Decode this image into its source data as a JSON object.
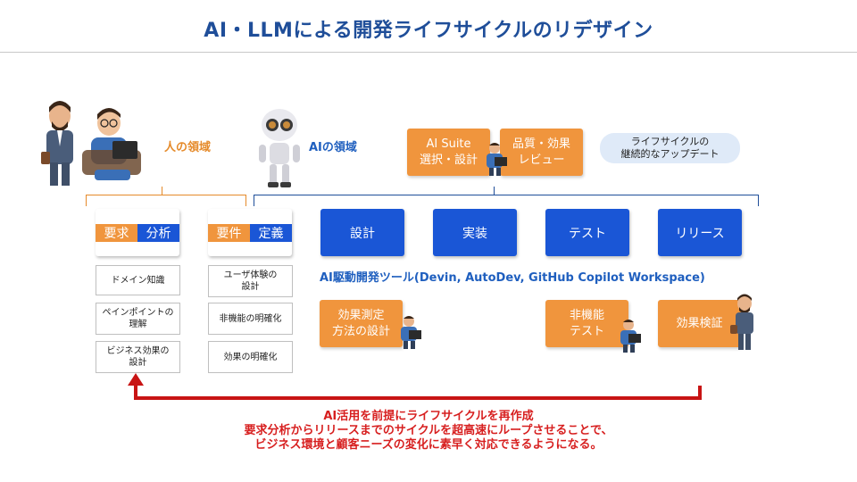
{
  "title": "AI・LLMによる開発ライフサイクルのリデザイン",
  "areas": {
    "human": "人の領域",
    "ai": "AIの領域"
  },
  "top_boxes": {
    "suite": [
      "AI Suite",
      "選択・設計"
    ],
    "quality": [
      "品質・効果",
      "レビュー"
    ],
    "update": [
      "ライフサイクルの",
      "継続的なアップデート"
    ]
  },
  "steps": {
    "requirements": [
      "要求",
      "分析"
    ],
    "definition": [
      "要件",
      "定義"
    ],
    "design": "設計",
    "implementation": "実装",
    "test": "テスト",
    "release": "リリース"
  },
  "human_tasks": {
    "requirements": [
      [
        "ドメイン知識"
      ],
      [
        "ペインポイントの",
        "理解"
      ],
      [
        "ビジネス効果の",
        "設計"
      ]
    ],
    "definition": [
      [
        "ユーザ体験の",
        "設計"
      ],
      [
        "非機能の明確化"
      ],
      [
        "効果の明確化"
      ]
    ]
  },
  "ai_tools_text": "AI駆動開発ツール(Devin, AutoDev, GitHub Copilot Workspace)",
  "ai_tasks": {
    "measure": [
      "効果測定",
      "方法の設計"
    ],
    "nonfunc": [
      "非機能",
      "テスト"
    ],
    "verify": "効果検証"
  },
  "footer": [
    "AI活用を前提にライフサイクルを再作成",
    "要求分析からリリースまでのサイクルを超高速にループさせることで、",
    "ビジネス環境と顧客ニーズの変化に素早く対応できるようになる。"
  ],
  "colors": {
    "title": "#1f4e99",
    "blue": "#1a56d6",
    "orange": "#f0953d",
    "red": "#c81414",
    "pill": "#dfeaf8"
  }
}
